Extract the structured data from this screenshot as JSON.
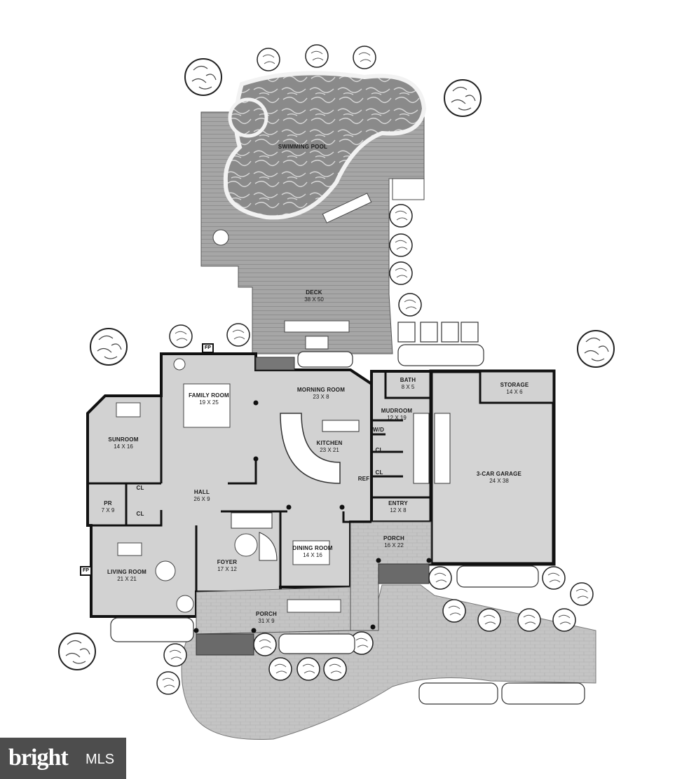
{
  "rooms": {
    "pool": {
      "name": "SWIMMING POOL",
      "dims": ""
    },
    "deck": {
      "name": "DECK",
      "dims": "38 X 50"
    },
    "family": {
      "name": "FAMILY ROOM",
      "dims": "19 X 25"
    },
    "morning": {
      "name": "MORNING ROOM",
      "dims": "23 X 8"
    },
    "sunroom": {
      "name": "SUNROOM",
      "dims": "14 X 16"
    },
    "kitchen": {
      "name": "KITCHEN",
      "dims": "23 X 21"
    },
    "hall": {
      "name": "HALL",
      "dims": "26 X 9"
    },
    "pr": {
      "name": "PR",
      "dims": "7 X 9"
    },
    "dining": {
      "name": "DINING ROOM",
      "dims": "14 X 16"
    },
    "foyer": {
      "name": "FOYER",
      "dims": "17 X 12"
    },
    "living": {
      "name": "LIVING ROOM",
      "dims": "21 X 21"
    },
    "porch_front": {
      "name": "PORCH",
      "dims": "31 X 9"
    },
    "porch_side": {
      "name": "PORCH",
      "dims": "16 X 22"
    },
    "bath": {
      "name": "BATH",
      "dims": "8 X 5"
    },
    "mudroom": {
      "name": "MUDROOM",
      "dims": "12 X 19"
    },
    "entry": {
      "name": "ENTRY",
      "dims": "12 X 8"
    },
    "storage": {
      "name": "STORAGE",
      "dims": "14 X 6"
    },
    "garage": {
      "name": "3-CAR GARAGE",
      "dims": "24 X 38"
    }
  },
  "fixtures": {
    "fp": "FP",
    "cl": "CL",
    "wd": "W/D",
    "ref": "REF"
  },
  "watermark": {
    "brand": "bright",
    "suffix": "MLS"
  },
  "colors": {
    "floor": "#d2d2d2",
    "wall": "#111111",
    "deck": "#a3a3a3",
    "paver": "#c2c2c2",
    "water": "#8e8e8e"
  }
}
